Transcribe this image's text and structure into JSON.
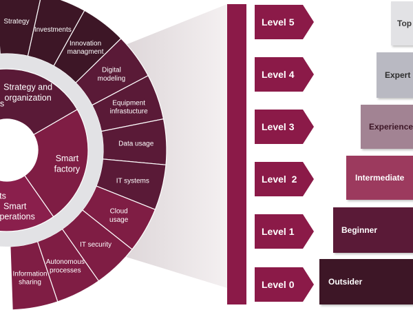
{
  "colors": {
    "darkest": "#3d1626",
    "dark": "#5a1a37",
    "mid": "#7f1d44",
    "rose": "#9c3a5e",
    "mauve": "#a28393",
    "grey": "#b9b9c2",
    "light": "#e2e2e5",
    "bar": "#8b1a48"
  },
  "wheel": {
    "inner": [
      {
        "label": "Strategy and\norganization",
        "color": "#5a1a37"
      },
      {
        "label": "Smart\nfactory",
        "color": "#7f1d44"
      },
      {
        "label": "Smart\noperations",
        "color": "#8a1f4c"
      }
    ],
    "left_fragments": [
      "s",
      "ts"
    ],
    "outer": [
      {
        "label": "Strategy",
        "color": "#3d1626"
      },
      {
        "label": "Investments",
        "color": "#3d1626"
      },
      {
        "label": "Innovation\nmanagment",
        "color": "#3d1626"
      },
      {
        "label": "Digital\nmodeling",
        "color": "#5a1a37"
      },
      {
        "label": "Equipment\ninfrastucture",
        "color": "#5a1a37"
      },
      {
        "label": "Data usage",
        "color": "#5a1a37"
      },
      {
        "label": "IT systems",
        "color": "#5a1a37"
      },
      {
        "label": "Cloud\nusage",
        "color": "#7f1d44"
      },
      {
        "label": "IT security",
        "color": "#7f1d44"
      },
      {
        "label": "Autonomous\nprocesses",
        "color": "#7f1d44"
      },
      {
        "label": "Information\nsharing",
        "color": "#7f1d44"
      }
    ]
  },
  "levels": [
    "Level 5",
    "Level 4",
    "Level 3",
    "Level  2",
    "Level 1",
    "Level 0"
  ],
  "tiers": [
    {
      "label": "Top",
      "color": "#e2e2e5"
    },
    {
      "label": "Expert",
      "color": "#b9b9c2"
    },
    {
      "label": "Experienced",
      "color": "#a28393"
    },
    {
      "label": "Intermediate",
      "color": "#9c3a5e"
    },
    {
      "label": "Beginner",
      "color": "#5a1a37"
    },
    {
      "label": "Outsider",
      "color": "#3d1626"
    }
  ]
}
